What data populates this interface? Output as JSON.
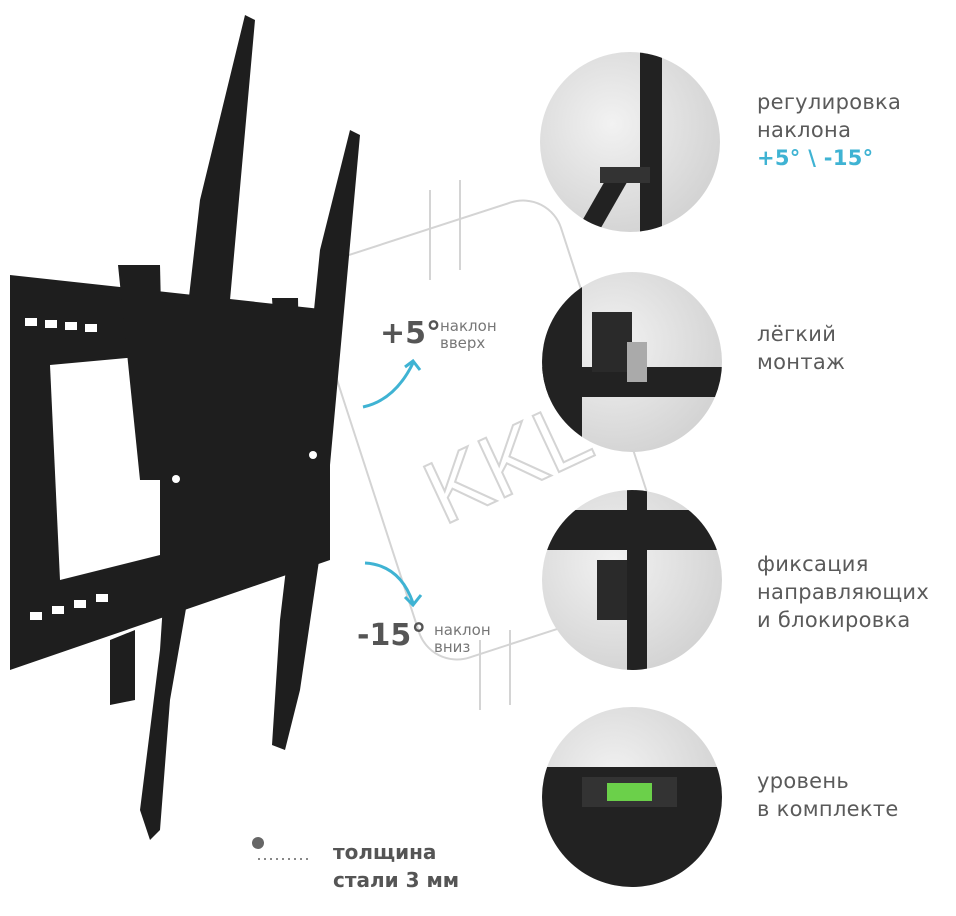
{
  "features": [
    {
      "line1": "регулировка",
      "line2": "наклона",
      "line3": "+5° \\ -15°"
    },
    {
      "line1": "лёгкий",
      "line2": "монтаж"
    },
    {
      "line1": "фиксация",
      "line2": "направляющих",
      "line3": "и блокировка"
    },
    {
      "line1": "уровень",
      "line2": "в комплекте"
    }
  ],
  "tilt": {
    "up_value": "+5°",
    "up_line1": "наклон",
    "up_line2": "вверх",
    "down_value": "-15°",
    "down_line1": "наклон",
    "down_line2": "вниз"
  },
  "thickness": {
    "line1": "толщина",
    "line2": "стали 3 мм"
  },
  "watermark": "KKL",
  "colors": {
    "accent": "#3fb3d3",
    "text": "#555555",
    "metal": "#1e1e1e"
  }
}
